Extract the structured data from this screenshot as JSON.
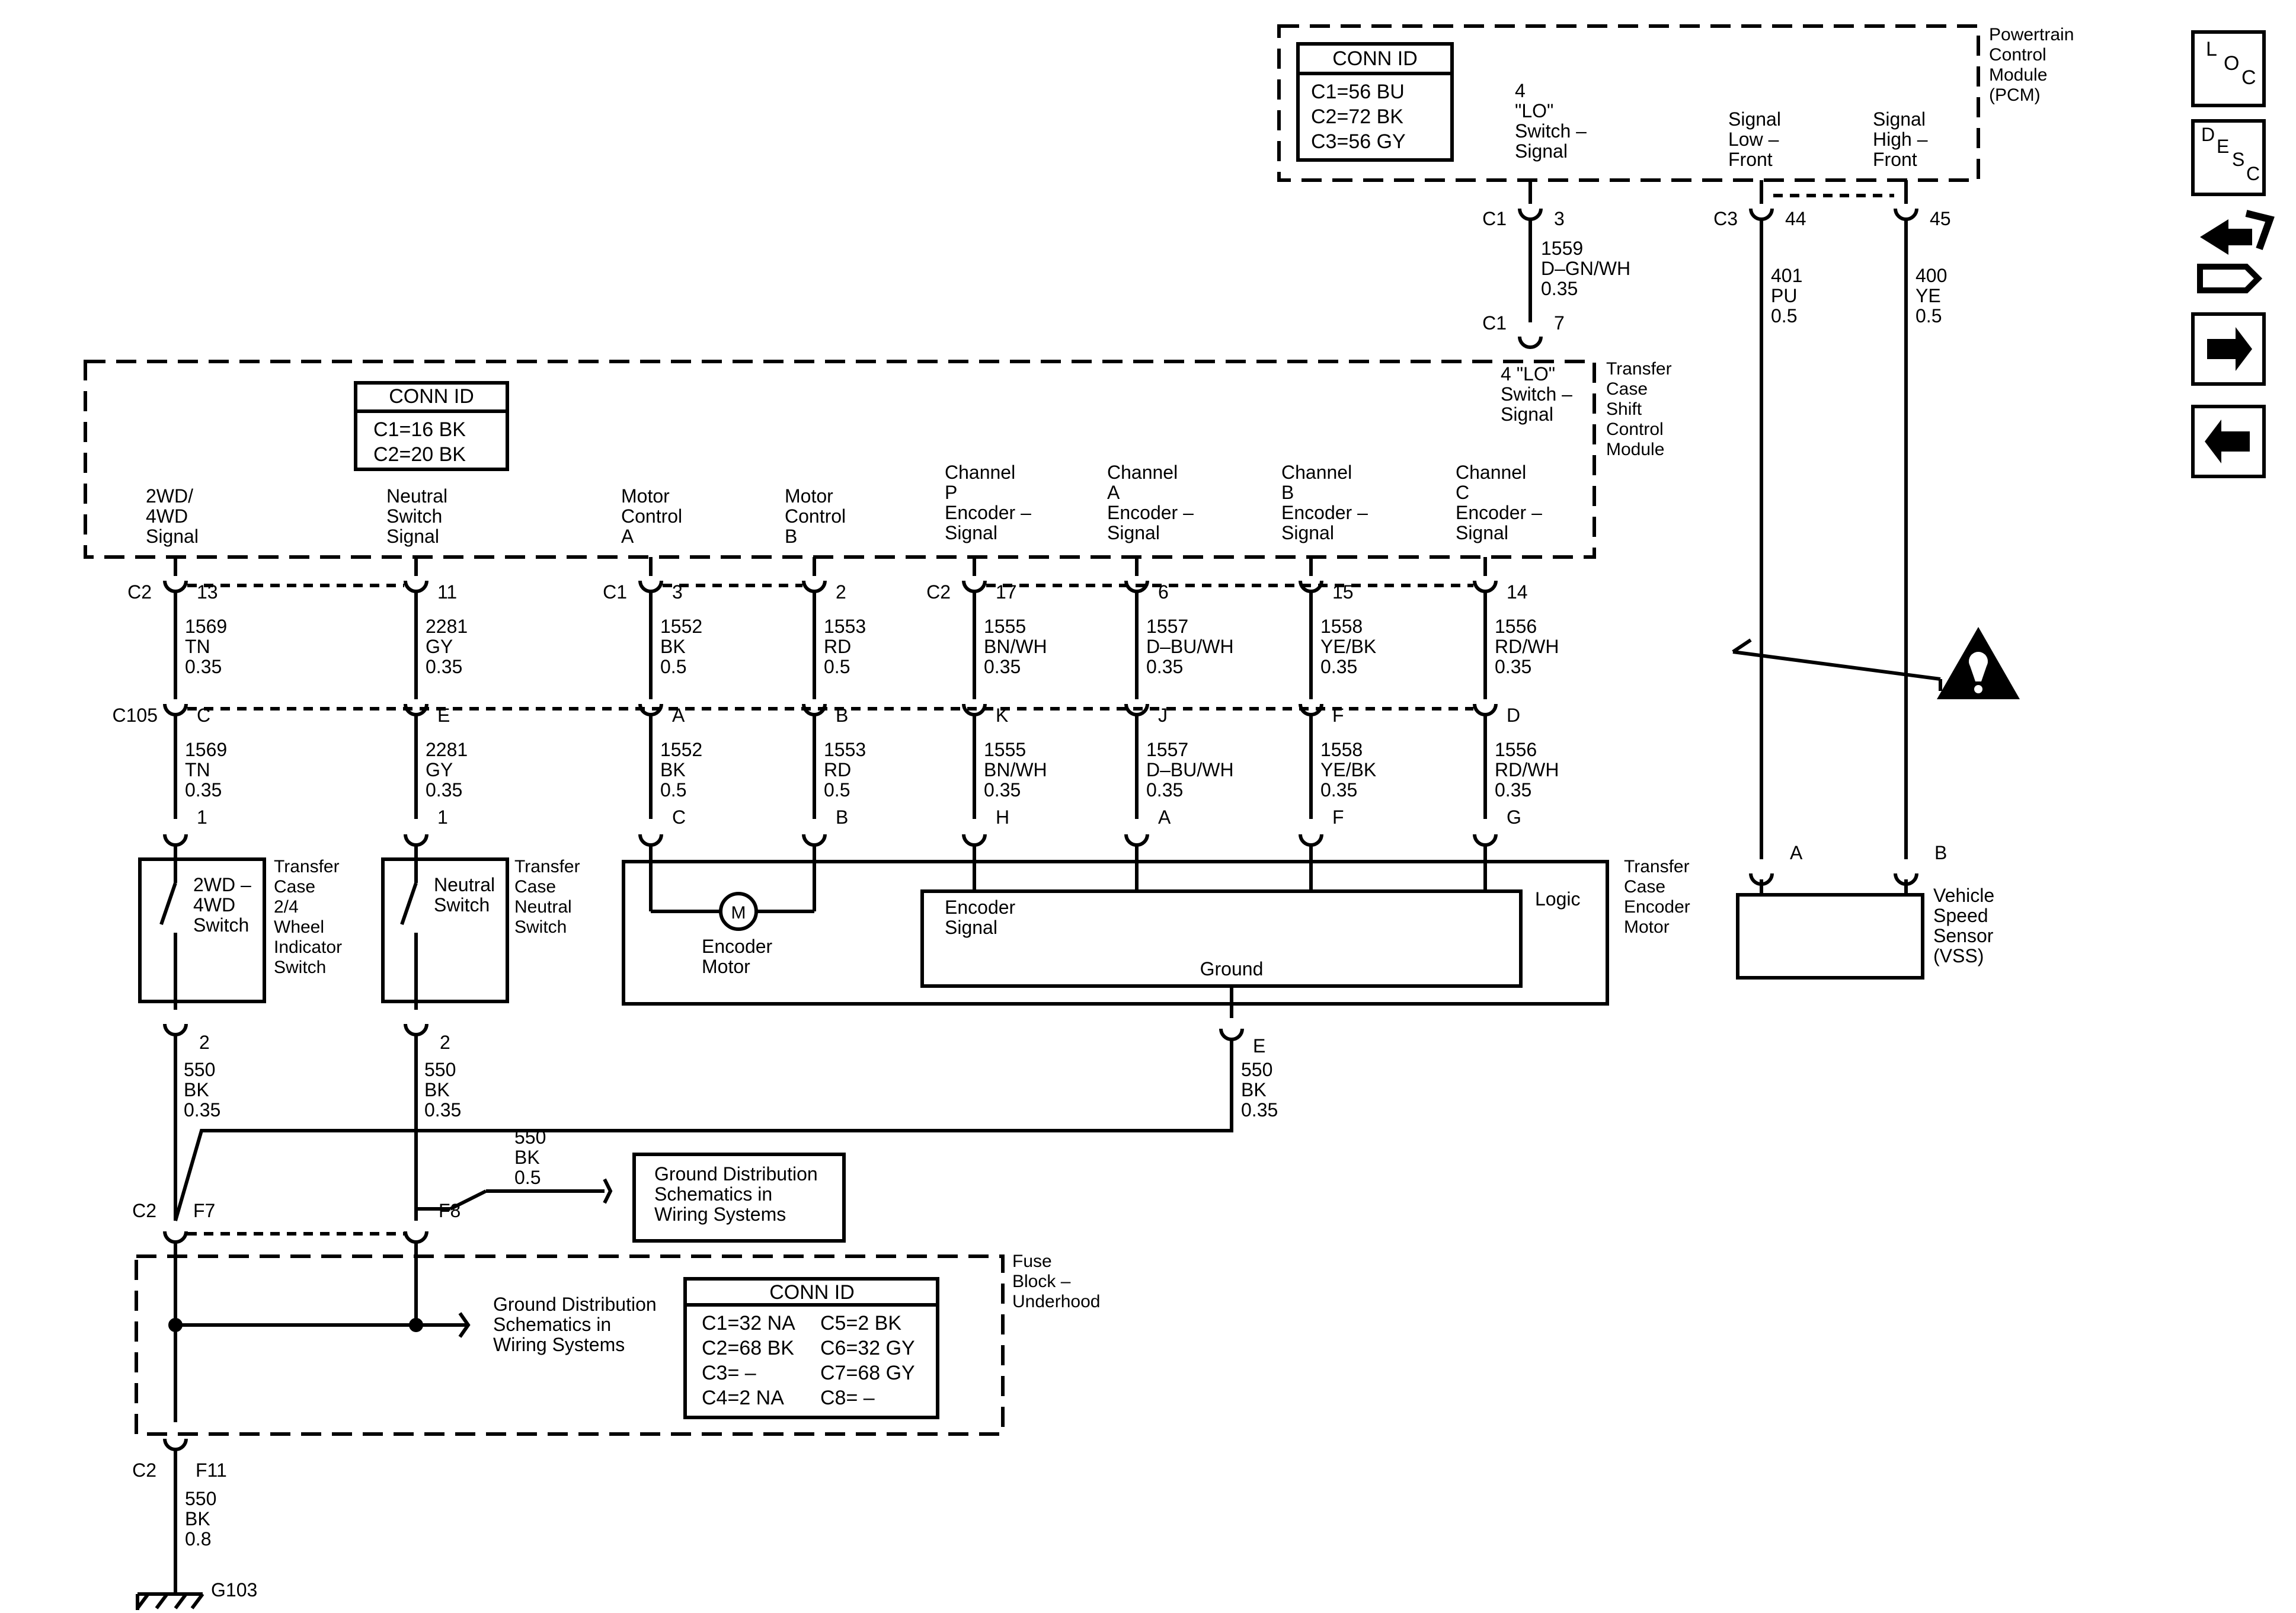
{
  "modules": {
    "pcm": {
      "name": [
        "Powertrain",
        "Control",
        "Module",
        "(PCM)"
      ],
      "conn_id_title": "CONN ID",
      "conn_ids": [
        "C1=56 BU",
        "C2=72 BK",
        "C3=56 GY"
      ]
    },
    "tcscm": {
      "name": [
        "Transfer",
        "Case",
        "Shift",
        "Control",
        "Module"
      ],
      "conn_id_title": "CONN ID",
      "conn_ids": [
        "C1=16 BK",
        "C2=20 BK"
      ]
    },
    "fuse_block": {
      "name": [
        "Fuse",
        "Block –",
        "Underhood"
      ],
      "conn_id_title": "CONN ID",
      "conn_ids_left": [
        "C1=32 NA",
        "C2=68 BK",
        "C3= –",
        "C4=2 NA"
      ],
      "conn_ids_right": [
        "C5=2 BK",
        "C6=32 GY",
        "C7=68 GY",
        "C8= –"
      ]
    }
  },
  "pcm_pins": [
    {
      "label": [
        "4",
        "\"LO\"",
        "Switch –",
        "Signal"
      ],
      "connector": "C1",
      "pin": "3"
    },
    {
      "label": [
        "Signal",
        "Low –",
        "Front"
      ],
      "connector": "C3",
      "pin": "44"
    },
    {
      "label": [
        "Signal",
        "High –",
        "Front"
      ],
      "connector": "",
      "pin": "45"
    }
  ],
  "lo_wire": {
    "circuit": [
      "1559",
      "D–GN/WH",
      "0.35"
    ],
    "to_connector": "C1",
    "to_pin": "7",
    "to_label": [
      "4 \"LO\"",
      "Switch –",
      "Signal"
    ]
  },
  "vss_wires": [
    {
      "circuit": [
        "401",
        "PU",
        "0.5"
      ],
      "pin": "A"
    },
    {
      "circuit": [
        "400",
        "YE",
        "0.5"
      ],
      "pin": "B"
    }
  ],
  "vss": {
    "name": [
      "Vehicle",
      "Speed",
      "Sensor",
      "(VSS)"
    ]
  },
  "tcscm_pins": [
    {
      "label": [
        "2WD/",
        "4WD",
        "Signal"
      ],
      "connector": "C2",
      "pin": "13",
      "wire1": [
        "1569",
        "TN",
        "0.35"
      ],
      "c105_pin": "C",
      "wire2": [
        "1569",
        "TN",
        "0.35"
      ],
      "dest_pin": "1"
    },
    {
      "label": [
        "Neutral",
        "Switch",
        "Signal"
      ],
      "connector": "",
      "pin": "11",
      "wire1": [
        "2281",
        "GY",
        "0.35"
      ],
      "c105_pin": "E",
      "wire2": [
        "2281",
        "GY",
        "0.35"
      ],
      "dest_pin": "1"
    },
    {
      "label": [
        "Motor",
        "Control",
        "A"
      ],
      "connector": "C1",
      "pin": "3",
      "wire1": [
        "1552",
        "BK",
        "0.5"
      ],
      "c105_pin": "A",
      "wire2": [
        "1552",
        "BK",
        "0.5"
      ],
      "dest_pin": "C"
    },
    {
      "label": [
        "Motor",
        "Control",
        "B"
      ],
      "connector": "",
      "pin": "2",
      "wire1": [
        "1553",
        "RD",
        "0.5"
      ],
      "c105_pin": "B",
      "wire2": [
        "1553",
        "RD",
        "0.5"
      ],
      "dest_pin": "B"
    },
    {
      "label": [
        "Channel",
        "P",
        "Encoder –",
        "Signal"
      ],
      "connector": "C2",
      "pin": "17",
      "wire1": [
        "1555",
        "BN/WH",
        "0.35"
      ],
      "c105_pin": "K",
      "wire2": [
        "1555",
        "BN/WH",
        "0.35"
      ],
      "dest_pin": "H"
    },
    {
      "label": [
        "Channel",
        "A",
        "Encoder –",
        "Signal"
      ],
      "connector": "",
      "pin": "6",
      "wire1": [
        "1557",
        "D–BU/WH",
        "0.35"
      ],
      "c105_pin": "J",
      "wire2": [
        "1557",
        "D–BU/WH",
        "0.35"
      ],
      "dest_pin": "A"
    },
    {
      "label": [
        "Channel",
        "B",
        "Encoder –",
        "Signal"
      ],
      "connector": "",
      "pin": "15",
      "wire1": [
        "1558",
        "YE/BK",
        "0.35"
      ],
      "c105_pin": "F",
      "wire2": [
        "1558",
        "YE/BK",
        "0.35"
      ],
      "dest_pin": "F"
    },
    {
      "label": [
        "Channel",
        "C",
        "Encoder –",
        "Signal"
      ],
      "connector": "",
      "pin": "14",
      "wire1": [
        "1556",
        "RD/WH",
        "0.35"
      ],
      "c105_pin": "D",
      "wire2": [
        "1556",
        "RD/WH",
        "0.35"
      ],
      "dest_pin": "G"
    }
  ],
  "inline_connector": "C105",
  "switches": [
    {
      "inner": [
        "2WD –",
        "4WD",
        "Switch"
      ],
      "name": [
        "Transfer",
        "Case",
        "2/4",
        "Wheel",
        "Indicator",
        "Switch"
      ],
      "bottom_pin": "2",
      "ground_wire": [
        "550",
        "BK",
        "0.35"
      ]
    },
    {
      "inner": [
        "Neutral",
        "Switch"
      ],
      "name": [
        "Transfer",
        "Case",
        "Neutral",
        "Switch"
      ],
      "bottom_pin": "2",
      "ground_wire": [
        "550",
        "BK",
        "0.35"
      ]
    }
  ],
  "encoder_motor": {
    "name": [
      "Transfer",
      "Case",
      "Encoder",
      "Motor"
    ],
    "motor_symbol": "M",
    "motor_label": [
      "Encoder",
      "Motor"
    ],
    "logic": "Logic",
    "signal": [
      "Encoder",
      "Signal"
    ],
    "ground": "Ground",
    "ground_pin": "E",
    "ground_wire": [
      "550",
      "BK",
      "0.35"
    ]
  },
  "ground_branch_wire": [
    "550",
    "BK",
    "0.5"
  ],
  "ground_ref_1": [
    "Ground Distribution",
    "Schematics in",
    "Wiring Systems"
  ],
  "ground_ref_2": [
    "Ground Distribution",
    "Schematics in",
    "Wiring Systems"
  ],
  "fuse_pins": {
    "connector": "C2",
    "pin1": "F7",
    "pin2": "F8"
  },
  "ground_out": {
    "connector": "C2",
    "pin": "F11",
    "wire": [
      "550",
      "BK",
      "0.8"
    ],
    "ground": "G103"
  },
  "nav_icons": [
    {
      "name": "loc-icon",
      "letters": [
        "L",
        "O",
        "C"
      ]
    },
    {
      "name": "desc-icon",
      "letters": [
        "D",
        "E",
        "S",
        "C"
      ]
    },
    {
      "name": "connector-tool-icon"
    },
    {
      "name": "next-arrow-icon"
    },
    {
      "name": "prev-arrow-icon"
    }
  ]
}
